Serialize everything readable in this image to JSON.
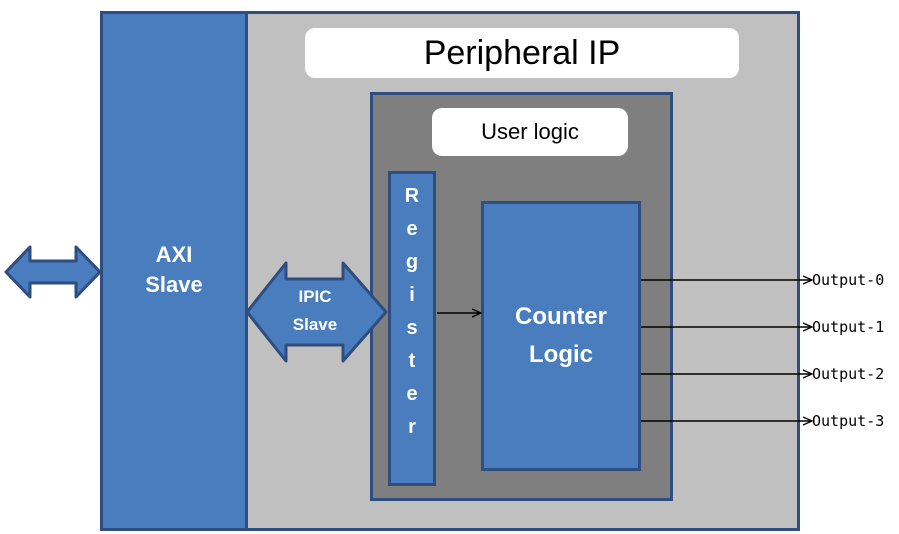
{
  "diagram": {
    "title": "Peripheral IP",
    "axi_slave": {
      "label": "AXI\nSlave"
    },
    "user_logic": {
      "label": "User logic"
    },
    "ipic_slave": {
      "label": "IPIC\nSlave"
    },
    "register": {
      "letters": [
        "R",
        "e",
        "g",
        "i",
        "s",
        "t",
        "e",
        "r"
      ]
    },
    "counter_logic": {
      "label": "Counter\nLogic"
    },
    "outputs": [
      "Output-0",
      "Output-1",
      "Output-2",
      "Output-3"
    ],
    "colors": {
      "block_blue": "#4a7dbd",
      "border_blue": "#2f4d7e",
      "outer_gray": "#c0c0c0",
      "inner_gray": "#7f7f7f"
    }
  }
}
